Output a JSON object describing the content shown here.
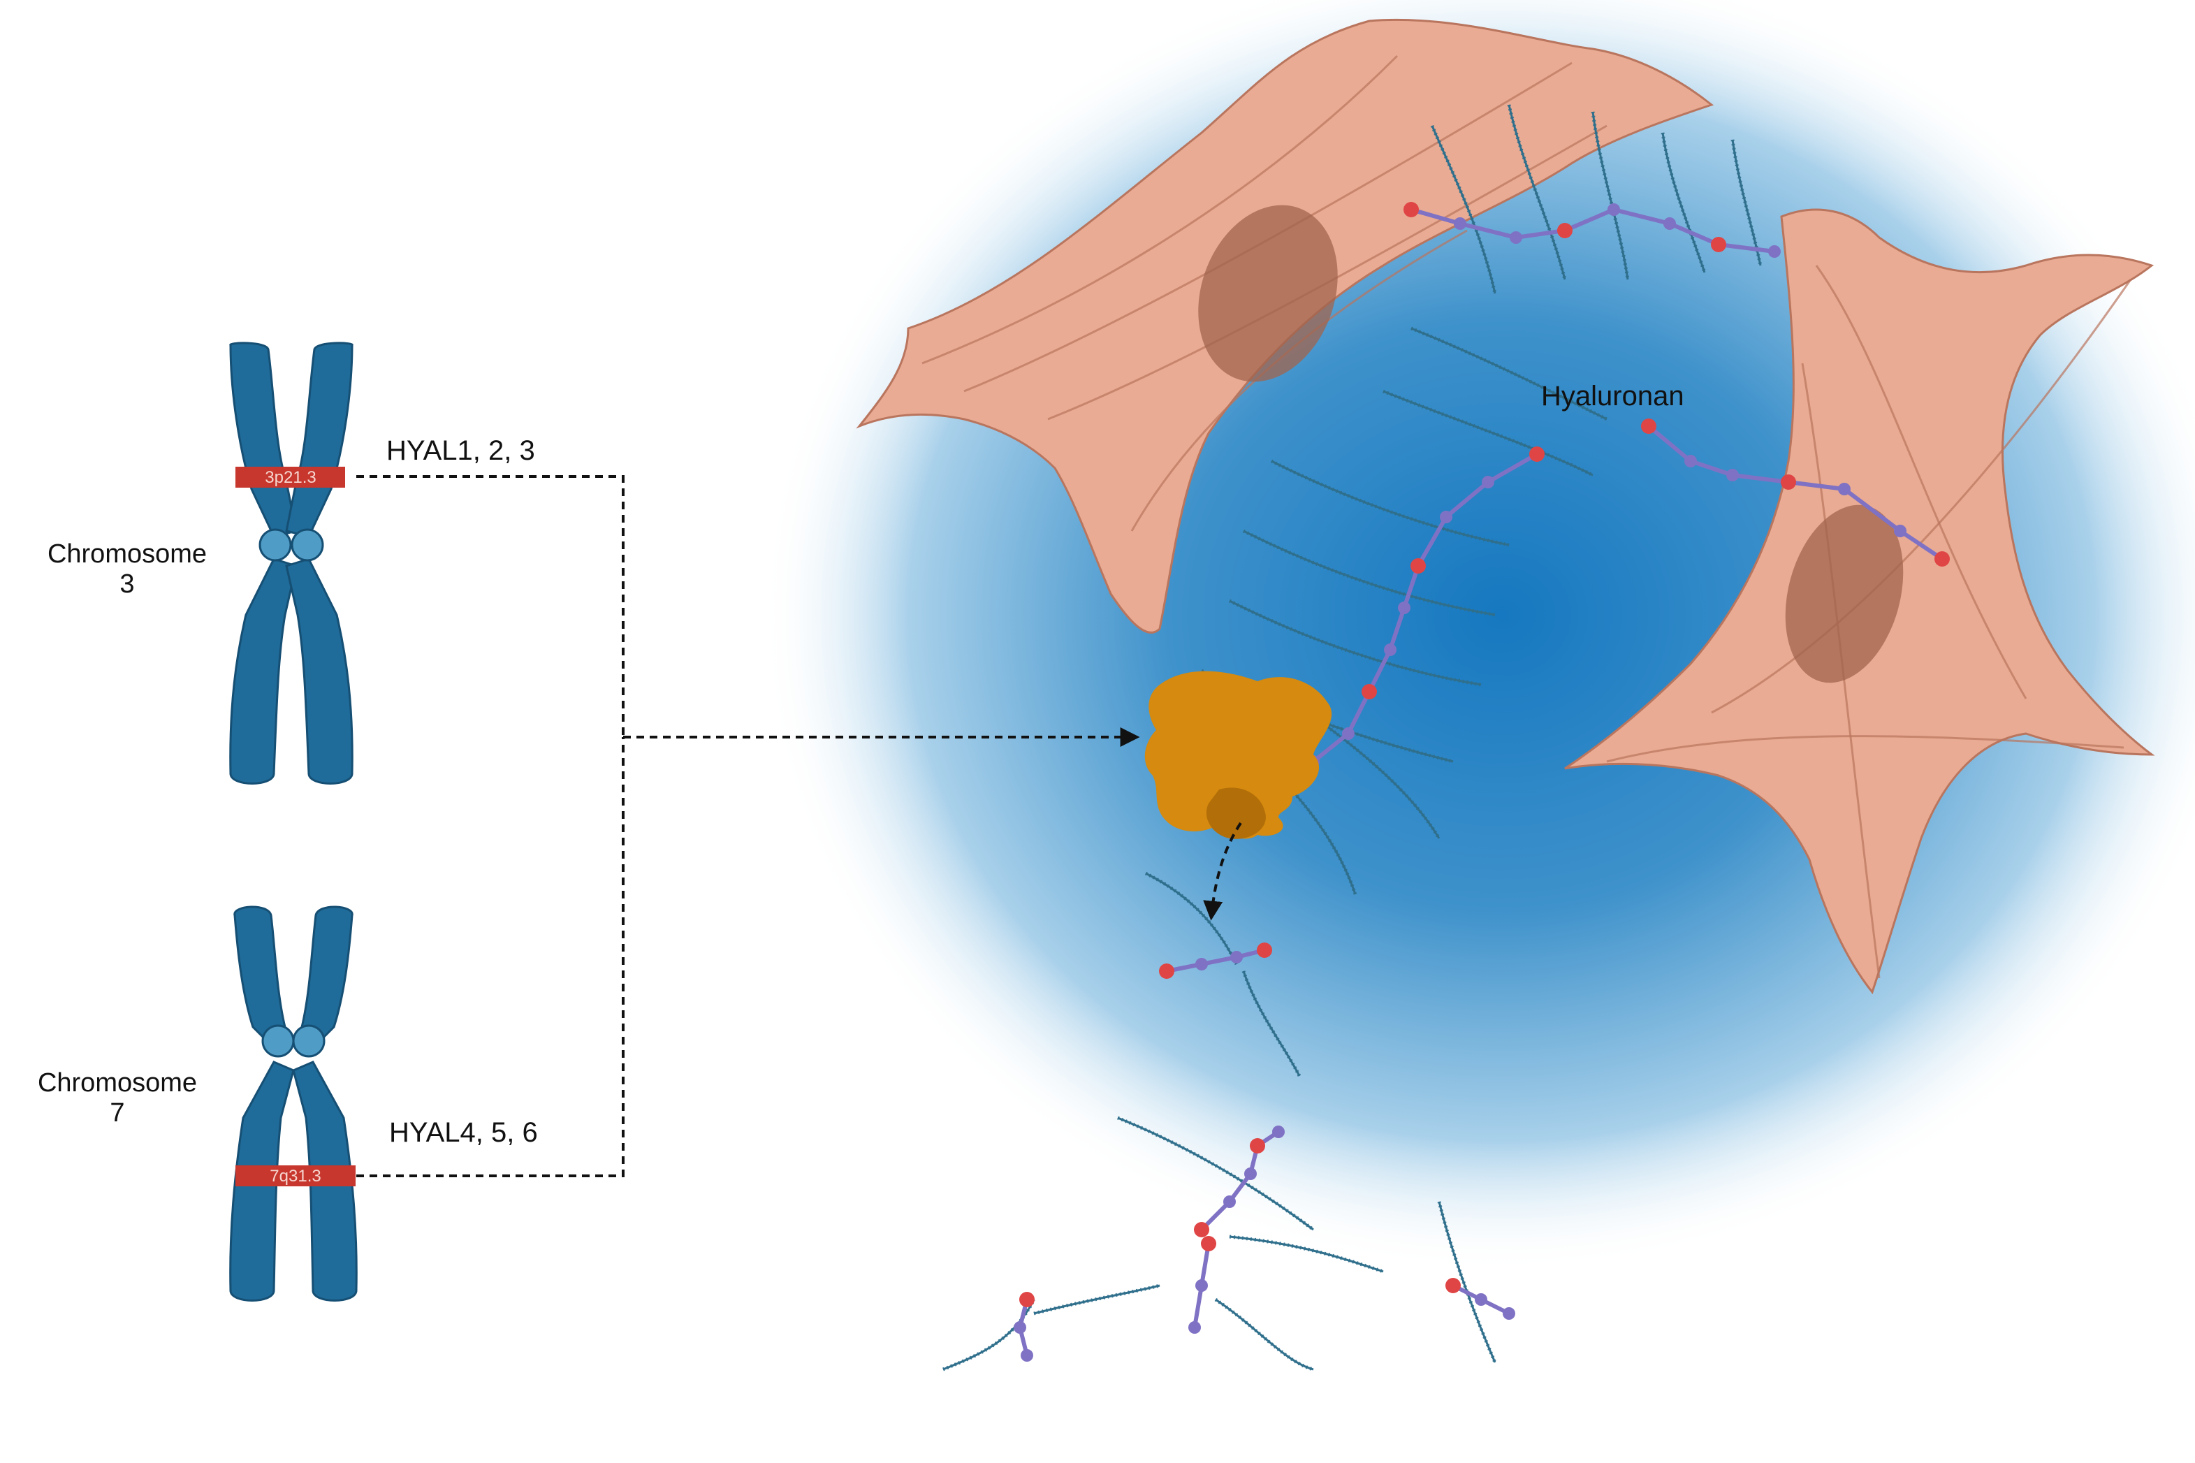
{
  "chromosome_a": {
    "name_line1": "Chromosome",
    "name_line2": "3",
    "band": "3p21.3",
    "genes": "HYAL1, 2, 3"
  },
  "chromosome_b": {
    "name_line1": "Chromosome",
    "name_line2": "7",
    "band": "7q31.3",
    "genes": "HYAL4, 5, 6"
  },
  "matrix": {
    "label": "Hyaluronan"
  },
  "colors": {
    "chromosome": "#1f6b99",
    "chromosome_dark": "#164f74",
    "centromere": "#4f9cc6",
    "band": "#c7372d",
    "cell": "#e9ab93",
    "cell_fiber": "#b9755e",
    "nucleus": "#a2644e",
    "halo_core": "#1678c0",
    "strand": "#2f6f8c",
    "bead": "#7f72c4",
    "bead_link": "#e04545",
    "enzyme": "#d68a0f",
    "enzyme_dark": "#b26e08",
    "connector": "#111111"
  },
  "icons": [
    "chromosome-icon",
    "fibroblast-cell-icon",
    "hyaluronidase-enzyme-icon",
    "hyaluronan-chain-icon"
  ]
}
